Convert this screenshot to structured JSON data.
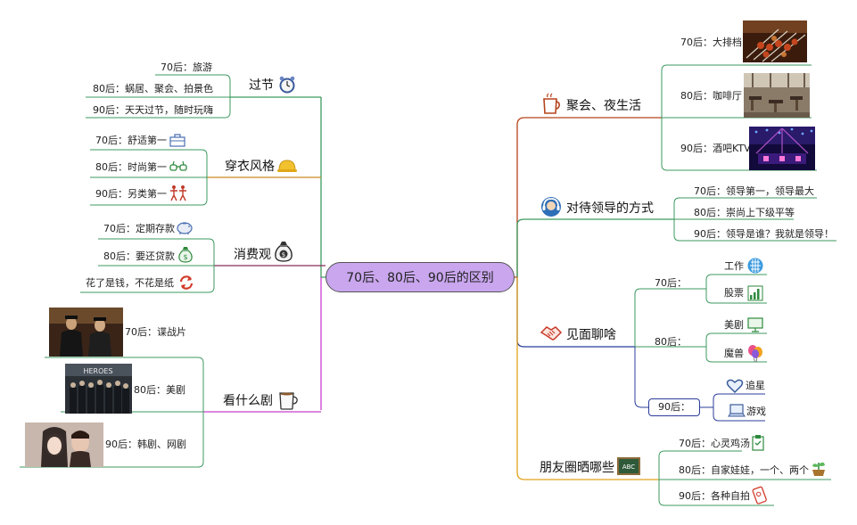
{
  "root": "70后、80后、90后的区别",
  "branches": {
    "guojie": {
      "label": "过节",
      "items": [
        "70后：旅游",
        "80后：蜗居、聚会、拍景色",
        "90后：天天过节，随时玩嗨"
      ]
    },
    "chuanyi": {
      "label": "穿衣风格",
      "items": [
        "70后：舒适第一",
        "80后：时尚第一",
        "90后：另类第一"
      ]
    },
    "xiaofei": {
      "label": "消费观",
      "items": [
        "70后：定期存款",
        "80后：要还贷款",
        "花了是钱，不花是纸"
      ]
    },
    "kanju": {
      "label": "看什么剧",
      "items": [
        "70后：谍战片",
        "80后：美剧",
        "90后：韩剧、网剧"
      ],
      "poster_text": "HEROES"
    },
    "juhui": {
      "label": "聚会、夜生活",
      "items": [
        "70后：大排档",
        "80后：咖啡厅",
        "90后：酒吧KTV"
      ]
    },
    "lingdao": {
      "label": "对待领导的方式",
      "items": [
        "70后：领导第一，领导最大",
        "80后：崇尚上下级平等",
        "90后：领导是谁？我就是领导！"
      ]
    },
    "liaosha": {
      "label": "见面聊啥",
      "groups": [
        {
          "label": "70后：",
          "items": [
            "工作",
            "股票"
          ]
        },
        {
          "label": "80后：",
          "items": [
            "美剧",
            "魔兽"
          ]
        },
        {
          "label": "90后：",
          "items": [
            "追星",
            "游戏"
          ]
        }
      ]
    },
    "pengyouquan": {
      "label": "朋友圈晒哪些",
      "board_text": "ABC",
      "items": [
        "70后：心灵鸡汤",
        "80后：自家娃娃，一个、两个",
        "90后：各种自拍"
      ]
    }
  },
  "icons": {
    "guojie": "alarm-clock-icon",
    "chuanyi": "hard-hat-icon",
    "xiaofei": "money-bag-icon",
    "kanju": "coffee-cup-icon",
    "juhui": "mug-icon",
    "lingdao": "headset-icon",
    "liaosha": "handshake-icon",
    "pengyouquan": "chalkboard-icon"
  },
  "colors": {
    "root_fill": "#c9a6ee",
    "guojie": "#3c9a5f",
    "chuanyi": "#c98a1e",
    "xiaofei": "#8a2b5c",
    "kanju": "#c93fd1",
    "juhui": "#b5431b",
    "lingdao": "#3c9a5f",
    "liaosha": "#2b3c9a",
    "pengyouquan": "#e2a21c",
    "leaf": "#3c9a5f"
  }
}
